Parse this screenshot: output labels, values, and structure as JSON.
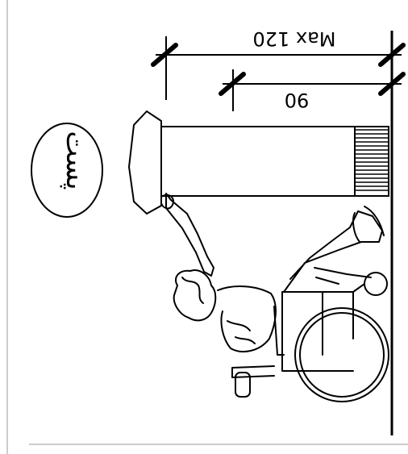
{
  "labels": {
    "max_dimension": "Max 120",
    "min_dimension": "90",
    "post_word": "پست"
  },
  "orientation": "upside-down",
  "colors": {
    "ink": "#000000",
    "paper": "#ffffff",
    "frame": "#9a9a9a"
  }
}
